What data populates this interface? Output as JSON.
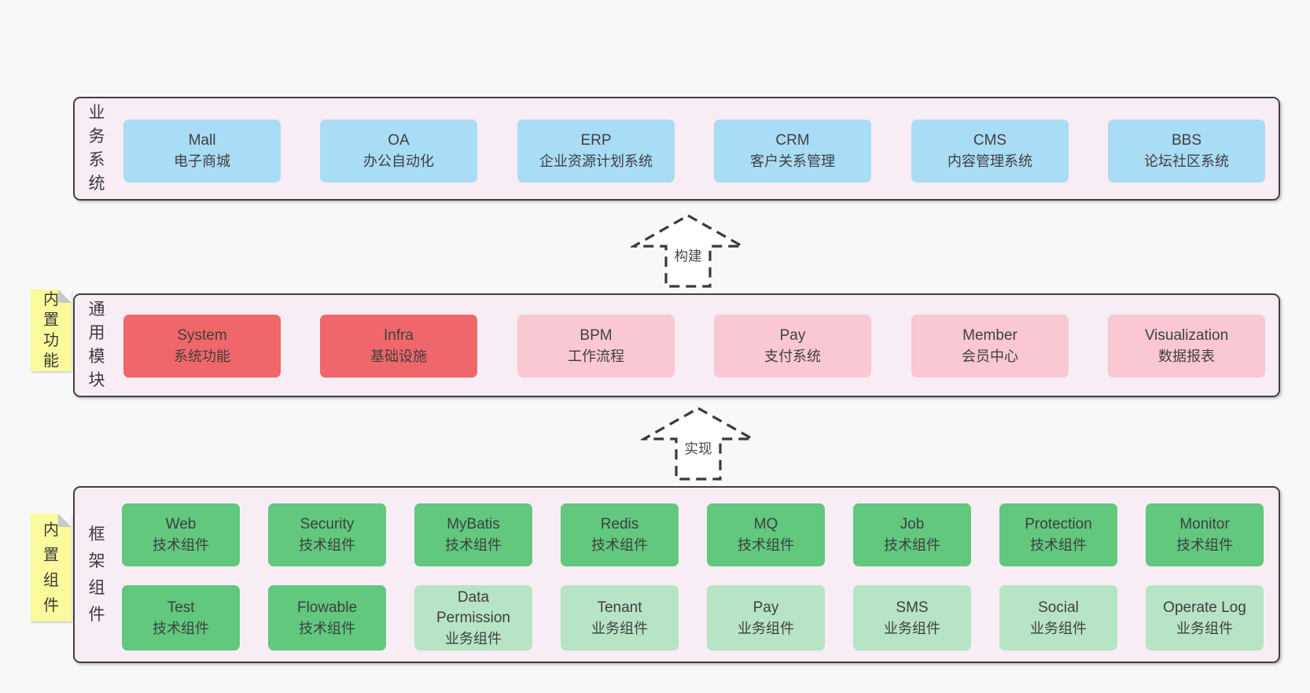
{
  "palette": {
    "page_background": "#f8f8f8",
    "band_background": "#f8edf5",
    "band_border": "#414141",
    "box_blue": "#a9dcf5",
    "box_red": "#f0676b",
    "box_pink": "#f9c8d2",
    "box_green": "#61c87e",
    "box_green_light": "#b7e4c4",
    "note_yellow": "#fafa9d",
    "note_fold_gray": "#c9c9c9",
    "text": "#3c3c3c"
  },
  "arrows": [
    {
      "label": "构建"
    },
    {
      "label": "实现"
    }
  ],
  "bands": [
    {
      "label": "业务系统",
      "boxes": [
        {
          "title": "Mall",
          "subtitle": "电子商城",
          "variant": "blue"
        },
        {
          "title": "OA",
          "subtitle": "办公自动化",
          "variant": "blue"
        },
        {
          "title": "ERP",
          "subtitle": "企业资源计划系统",
          "variant": "blue"
        },
        {
          "title": "CRM",
          "subtitle": "客户关系管理",
          "variant": "blue"
        },
        {
          "title": "CMS",
          "subtitle": "内容管理系统",
          "variant": "blue"
        },
        {
          "title": "BBS",
          "subtitle": "论坛社区系统",
          "variant": "blue"
        }
      ]
    },
    {
      "label": "通用模块",
      "note": "内置功能",
      "boxes": [
        {
          "title": "System",
          "subtitle": "系统功能",
          "variant": "red"
        },
        {
          "title": "Infra",
          "subtitle": "基础设施",
          "variant": "red"
        },
        {
          "title": "BPM",
          "subtitle": "工作流程",
          "variant": "pink"
        },
        {
          "title": "Pay",
          "subtitle": "支付系统",
          "variant": "pink"
        },
        {
          "title": "Member",
          "subtitle": "会员中心",
          "variant": "pink"
        },
        {
          "title": "Visualization",
          "subtitle": "数据报表",
          "variant": "pink"
        }
      ]
    },
    {
      "label": "框架组件",
      "note": "内置组件",
      "rows": [
        [
          {
            "title": "Web",
            "subtitle": "技术组件",
            "variant": "green"
          },
          {
            "title": "Security",
            "subtitle": "技术组件",
            "variant": "green"
          },
          {
            "title": "MyBatis",
            "subtitle": "技术组件",
            "variant": "green"
          },
          {
            "title": "Redis",
            "subtitle": "技术组件",
            "variant": "green"
          },
          {
            "title": "MQ",
            "subtitle": "技术组件",
            "variant": "green"
          },
          {
            "title": "Job",
            "subtitle": "技术组件",
            "variant": "green"
          },
          {
            "title": "Protection",
            "subtitle": "技术组件",
            "variant": "green"
          },
          {
            "title": "Monitor",
            "subtitle": "技术组件",
            "variant": "green"
          }
        ],
        [
          {
            "title": "Test",
            "subtitle": "技术组件",
            "variant": "green"
          },
          {
            "title": "Flowable",
            "subtitle": "技术组件",
            "variant": "green"
          },
          {
            "title": "Data Permission",
            "subtitle": "业务组件",
            "variant": "green-light"
          },
          {
            "title": "Tenant",
            "subtitle": "业务组件",
            "variant": "green-light"
          },
          {
            "title": "Pay",
            "subtitle": "业务组件",
            "variant": "green-light"
          },
          {
            "title": "SMS",
            "subtitle": "业务组件",
            "variant": "green-light"
          },
          {
            "title": "Social",
            "subtitle": "业务组件",
            "variant": "green-light"
          },
          {
            "title": "Operate Log",
            "subtitle": "业务组件",
            "variant": "green-light"
          }
        ]
      ]
    }
  ]
}
